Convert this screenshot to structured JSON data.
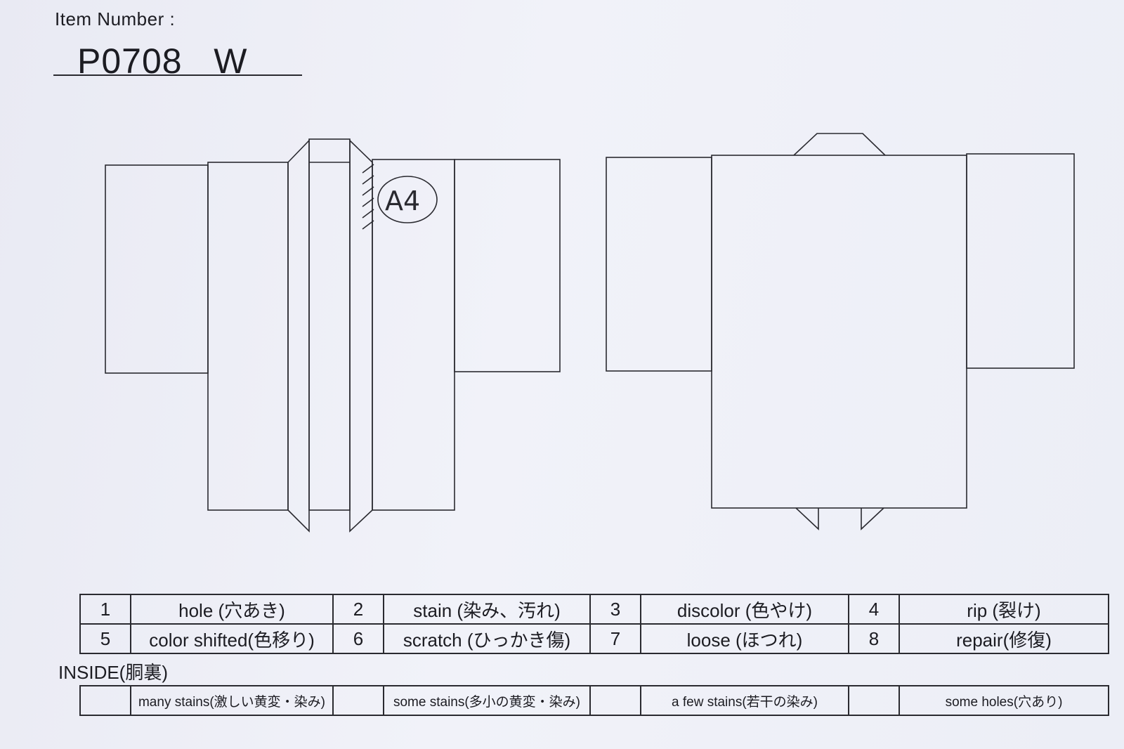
{
  "item": {
    "label": "Item Number :",
    "number": "P0708   W"
  },
  "annotation": {
    "mark": "A4"
  },
  "legend": {
    "rows": [
      [
        {
          "num": "1",
          "text": "hole (穴あき)"
        },
        {
          "num": "2",
          "text": "stain (染み、汚れ)"
        },
        {
          "num": "3",
          "text": "discolor (色やけ)"
        },
        {
          "num": "4",
          "text": "rip (裂け)"
        }
      ],
      [
        {
          "num": "5",
          "text": "color shifted(色移り)"
        },
        {
          "num": "6",
          "text": "scratch (ひっかき傷)"
        },
        {
          "num": "7",
          "text": "loose (ほつれ)"
        },
        {
          "num": "8",
          "text": "repair(修復)"
        }
      ]
    ]
  },
  "inside": {
    "label": "INSIDE(胴裏)",
    "items": [
      "many stains(激しい黄変・染み)",
      "some stains(多小の黄変・染み)",
      "a few stains(若干の染み)",
      "some holes(穴あり)"
    ]
  }
}
